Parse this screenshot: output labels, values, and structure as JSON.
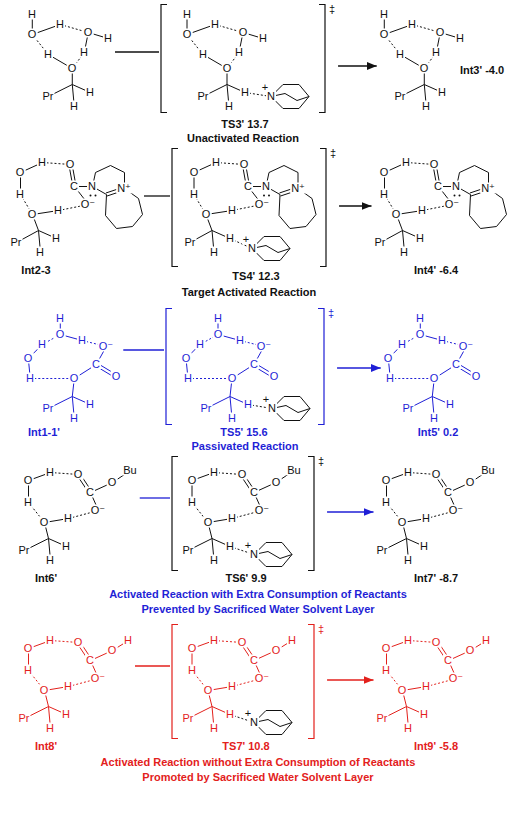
{
  "diagram": {
    "nodes": [
      {
        "text": [
          "H",
          "O",
          "H",
          "O",
          "H",
          "H",
          "H",
          "O",
          "H",
          "H",
          "Pr"
        ]
      },
      {
        "text": [
          "H",
          "O",
          "H",
          "O",
          "H",
          "H",
          "H",
          "O",
          "H",
          "H",
          "Pr",
          "+",
          "N",
          "‡",
          "TS3' 13.7"
        ]
      },
      {
        "text": [
          "H",
          "O",
          "H",
          "O",
          "H",
          "H",
          "H",
          "O",
          "H",
          "H",
          "Pr",
          "Int3' -4.0"
        ]
      },
      {
        "text": [
          "O",
          "H",
          "O",
          "C",
          "O⁻",
          "H",
          "O",
          "H",
          "H",
          "H",
          "Pr",
          "N",
          "N⁺",
          "Int2-3"
        ]
      },
      {
        "text": [
          "O",
          "H",
          "O",
          "C",
          "O⁻",
          "H",
          "O",
          "H",
          "H",
          "H",
          "Pr",
          "N",
          "N⁺",
          "+",
          "N",
          "‡",
          "TS4' 12.3"
        ]
      },
      {
        "text": [
          "O",
          "H",
          "O",
          "C",
          "O⁻",
          "H",
          "O",
          "H",
          "H",
          "H",
          "Pr",
          "N",
          "N⁺",
          "Int4' -6.4"
        ]
      },
      {
        "text": [
          "H",
          "O",
          "H",
          "H",
          "O",
          "H",
          "O⁻",
          "C",
          "O",
          "O",
          "H",
          "H",
          "Pr",
          "Int1-1'"
        ]
      },
      {
        "text": [
          "H",
          "O",
          "H",
          "H",
          "O",
          "H",
          "O⁻",
          "C",
          "O",
          "O",
          "H",
          "H",
          "Pr",
          "+",
          "N",
          "‡",
          "TS5' 15.6"
        ]
      },
      {
        "text": [
          "H",
          "O",
          "H",
          "H",
          "O",
          "H",
          "O⁻",
          "C",
          "O",
          "O",
          "H",
          "H",
          "Pr",
          "Int5' 0.2"
        ]
      },
      {
        "text": [
          "O",
          "H",
          "O",
          "C",
          "O",
          "Bu",
          "O⁻",
          "H",
          "O",
          "H",
          "H",
          "H",
          "Pr",
          "Int6'"
        ]
      },
      {
        "text": [
          "O",
          "H",
          "O",
          "C",
          "O",
          "Bu",
          "O⁻",
          "H",
          "O",
          "H",
          "H",
          "H",
          "Pr",
          "+",
          "N",
          "‡",
          "TS6' 9.9"
        ]
      },
      {
        "text": [
          "O",
          "H",
          "O",
          "C",
          "O",
          "Bu",
          "O⁻",
          "H",
          "O",
          "H",
          "H",
          "H",
          "Pr",
          "Int7' -8.7"
        ]
      },
      {
        "text": [
          "O",
          "H",
          "O",
          "C",
          "O",
          "H",
          "O⁻",
          "H",
          "O",
          "H",
          "H",
          "H",
          "Pr",
          "Int8'"
        ]
      },
      {
        "text": [
          "O",
          "H",
          "O",
          "C",
          "O",
          "H",
          "O⁻",
          "H",
          "O",
          "H",
          "H",
          "H",
          "Pr",
          "+",
          "N",
          "‡",
          "TS7' 10.8"
        ]
      },
      {
        "text": [
          "O",
          "H",
          "O",
          "C",
          "O",
          "H",
          "O⁻",
          "H",
          "O",
          "H",
          "H",
          "H",
          "Pr",
          "Int9' -5.8"
        ]
      }
    ],
    "edges": [
      {
        "from": 0,
        "to": 1,
        "arrow": "none"
      },
      {
        "from": 1,
        "to": 2,
        "arrow": "to"
      },
      {
        "from": 3,
        "to": 4,
        "arrow": "none"
      },
      {
        "from": 4,
        "to": 5,
        "arrow": "to"
      },
      {
        "from": 6,
        "to": 7,
        "arrow": "none"
      },
      {
        "from": 7,
        "to": 8,
        "arrow": "to"
      },
      {
        "from": 9,
        "to": 10,
        "arrow": "none"
      },
      {
        "from": 10,
        "to": 11,
        "arrow": "to"
      },
      {
        "from": 12,
        "to": 13,
        "arrow": "none"
      },
      {
        "from": 13,
        "to": 14,
        "arrow": "to"
      }
    ],
    "labels": [
      "Unactivated Reaction",
      "Target Activated Reaction",
      "Passivated Reaction",
      "Activated Reaction with Extra Consumption of Reactants",
      "Prevented by Sacrificed Water Solvent Layer",
      "Activated Reaction without Extra Consumption of Reactants",
      "Promoted by Sacrificed Water Solvent Layer"
    ]
  }
}
